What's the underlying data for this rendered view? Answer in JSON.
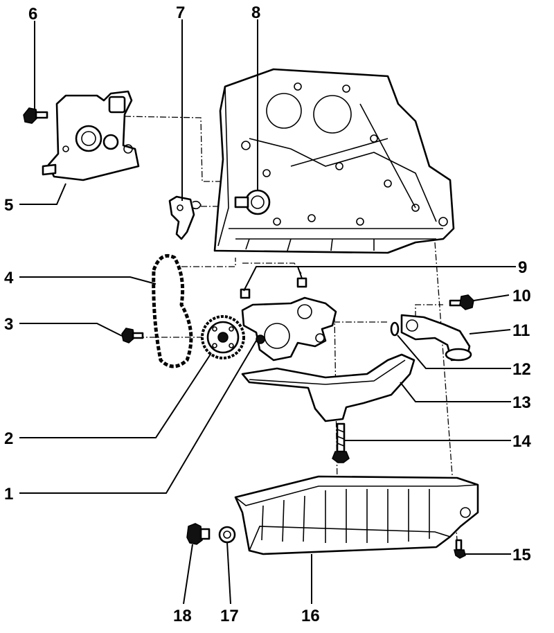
{
  "colors": {
    "ink": "#000000",
    "paper": "#ffffff"
  },
  "callouts": [
    {
      "id": "1",
      "label": "1"
    },
    {
      "id": "2",
      "label": "2"
    },
    {
      "id": "3",
      "label": "3"
    },
    {
      "id": "4",
      "label": "4"
    },
    {
      "id": "5",
      "label": "5"
    },
    {
      "id": "6",
      "label": "6"
    },
    {
      "id": "7",
      "label": "7"
    },
    {
      "id": "8",
      "label": "8"
    },
    {
      "id": "9",
      "label": "9"
    },
    {
      "id": "10",
      "label": "10"
    },
    {
      "id": "11",
      "label": "11"
    },
    {
      "id": "12",
      "label": "12"
    },
    {
      "id": "13",
      "label": "13"
    },
    {
      "id": "14",
      "label": "14"
    },
    {
      "id": "15",
      "label": "15"
    },
    {
      "id": "16",
      "label": "16"
    },
    {
      "id": "17",
      "label": "17"
    },
    {
      "id": "18",
      "label": "18"
    }
  ]
}
